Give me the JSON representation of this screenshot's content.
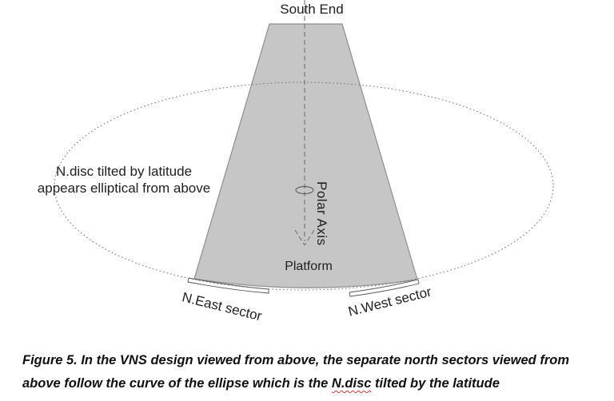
{
  "diagram": {
    "labels": {
      "south_end": "South End",
      "ellipse_note_line1": "N.disc tilted by latitude",
      "ellipse_note_line2": "appears elliptical from above",
      "polar_axis": "Polar Axis",
      "platform": "Platform",
      "ne_sector": "N.East sector",
      "nw_sector": "N.West sector"
    },
    "colors": {
      "platform_fill": "#c6c6c6",
      "platform_stroke": "#8f8f8f",
      "ellipse_dot_stroke": "#666666",
      "axis_stroke": "#737373",
      "sector_fill": "#ffffff",
      "sector_stroke": "#555555"
    }
  },
  "caption": {
    "line1": "Figure 5. In the VNS design viewed from above, the separate north sectors viewed from",
    "line2_pre": "above follow the curve of the ellipse which is the ",
    "line2_misspelled": "N.disc",
    "line2_post": " tilted by the latitude",
    "misspell_underline_color": "#e03a3a"
  }
}
